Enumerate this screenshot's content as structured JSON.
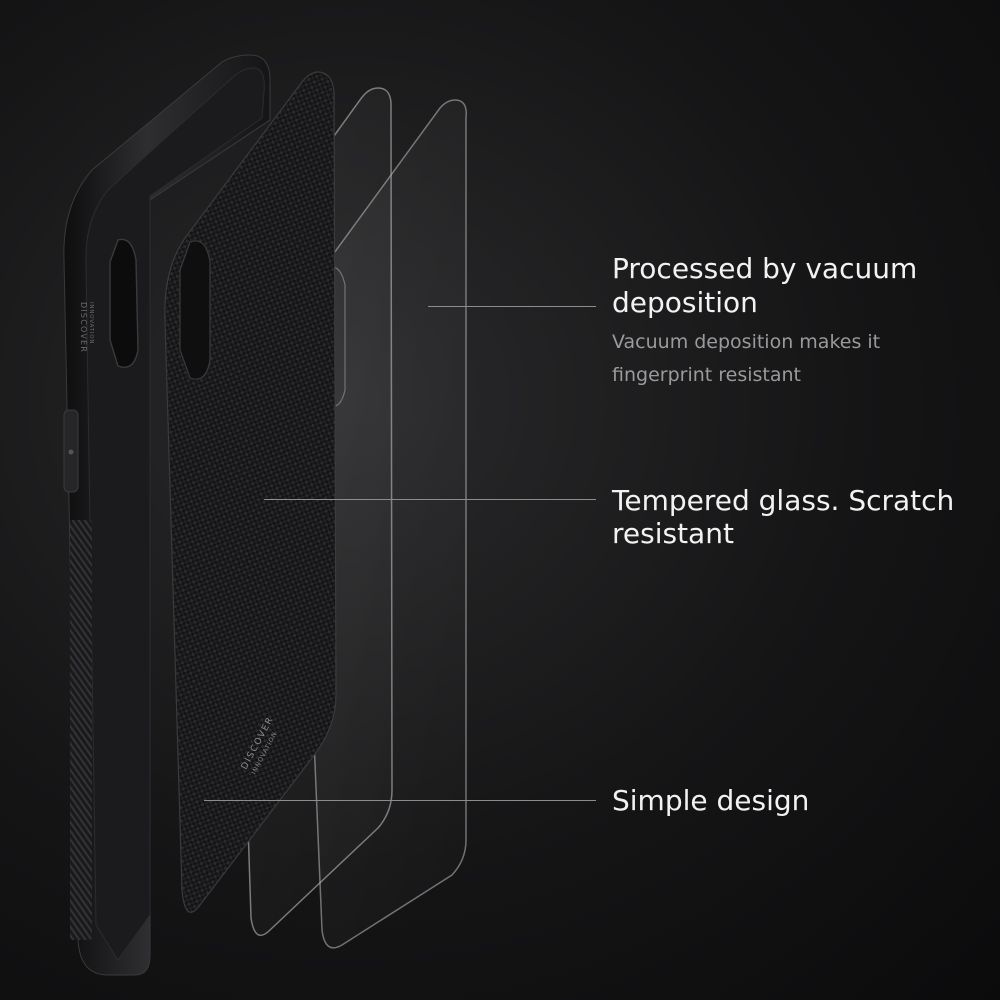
{
  "annotations": {
    "vacuum": {
      "title": "Processed by vacuum deposition",
      "detail": "Vacuum deposition makes it fingerprint resistant"
    },
    "glass": {
      "title": "Tempered glass. Scratch resistant"
    },
    "design": {
      "title": "Simple design"
    }
  },
  "case_print": {
    "line1": "DISCOVER",
    "line2": "INNOVATION"
  },
  "colors": {
    "background": "#121213",
    "text": "#f2f2f2",
    "subtext": "#9a9a9c",
    "line": "#8c8c8e"
  }
}
